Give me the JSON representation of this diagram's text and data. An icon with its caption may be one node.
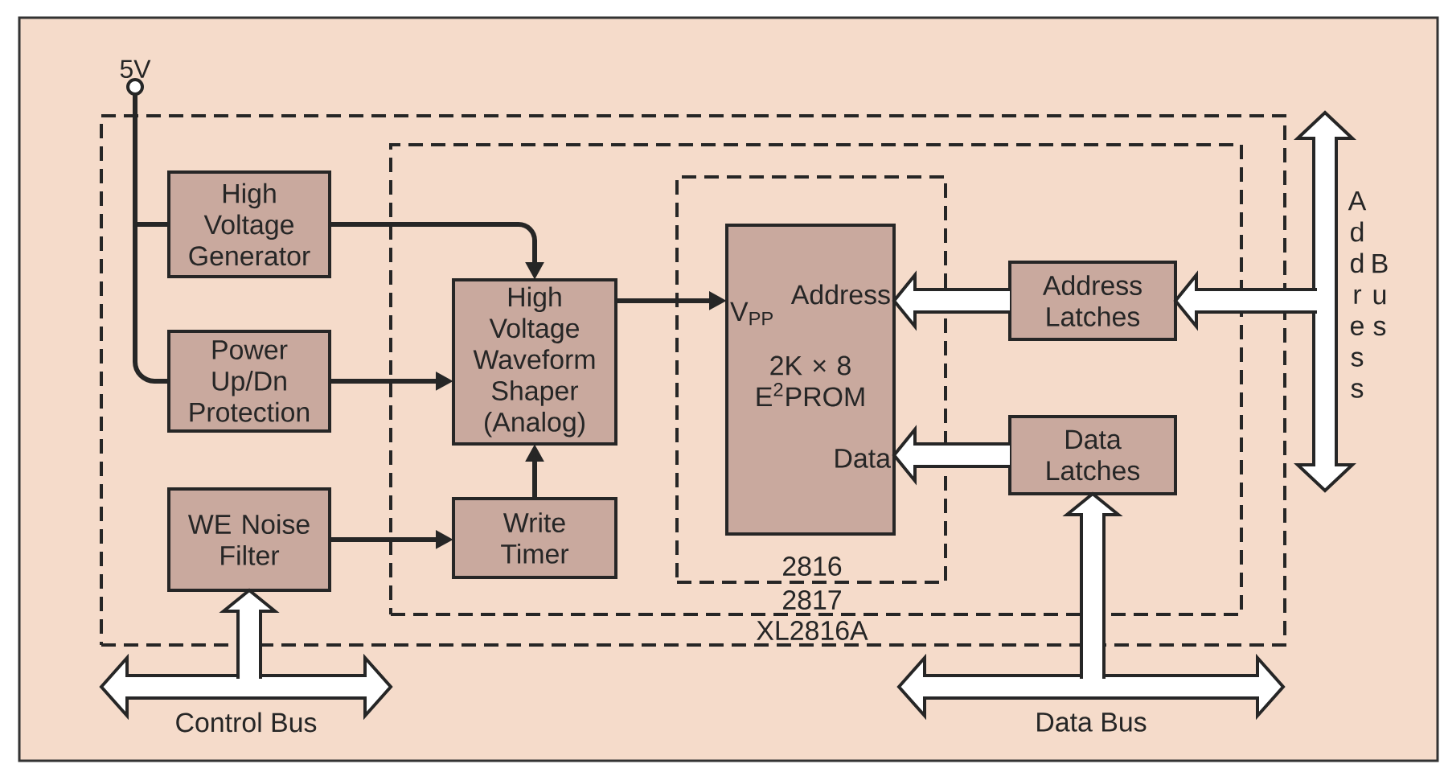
{
  "diagram": {
    "nodes": [
      {
        "text": [
          "XL2816A"
        ]
      },
      {
        "text": [
          "2817"
        ],
        "in": 0
      },
      {
        "text": [
          "2816"
        ],
        "in": 1
      },
      {
        "text": [
          "5V"
        ]
      },
      {
        "text": [
          "High Voltage Generator"
        ],
        "in": 0
      },
      {
        "text": [
          "Power Up/Dn Protection"
        ],
        "in": 0
      },
      {
        "text": [
          "WE Noise Filter"
        ],
        "in": 0
      },
      {
        "text": [
          "High Voltage Waveform Shaper (Analog)"
        ],
        "in": 1
      },
      {
        "text": [
          "Write Timer"
        ],
        "in": 1
      },
      {
        "text": [
          "V$_{PP}$",
          "Address",
          "2K × 8 E$^{2}$PROM",
          "Data"
        ],
        "in": 2
      },
      {
        "text": [
          "Address Latches"
        ],
        "in": 1
      },
      {
        "text": [
          "Data Latches"
        ],
        "in": 1
      },
      {
        "text": [
          "Address",
          "Bus"
        ]
      },
      {
        "text": [
          "Control Bus"
        ]
      },
      {
        "text": [
          "Data Bus"
        ]
      }
    ],
    "edges": [
      {
        "from": 3,
        "to": 4,
        "arrow": "none"
      },
      {
        "from": 3,
        "to": 5,
        "arrow": "none"
      },
      {
        "from": 4,
        "to": 7,
        "arrow": "to"
      },
      {
        "from": 5,
        "to": 7,
        "arrow": "to"
      },
      {
        "from": 6,
        "to": 8,
        "arrow": "to"
      },
      {
        "from": 8,
        "to": 7,
        "arrow": "to"
      },
      {
        "from": 7,
        "to": 9,
        "arrow": "to"
      },
      {
        "from": 10,
        "to": 9,
        "arrow": "to",
        "style": "thick"
      },
      {
        "from": 11,
        "to": 9,
        "arrow": "to",
        "style": "thick"
      },
      {
        "from": 12,
        "to": 10,
        "arrow": "to",
        "style": "thick"
      },
      {
        "from": 13,
        "to": 6,
        "arrow": "to",
        "style": "thick"
      },
      {
        "from": 14,
        "to": 11,
        "arrow": "to",
        "style": "thick"
      }
    ]
  }
}
